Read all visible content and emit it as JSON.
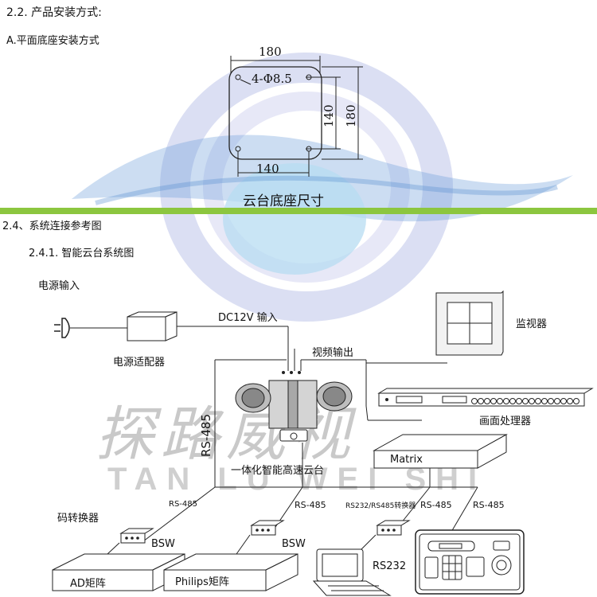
{
  "section_2_2": {
    "title": "2.2. 产品安装方式:",
    "sub": "A.平面底座安装方式"
  },
  "base_drawing": {
    "top_dim": "180",
    "hole_label": "4-Φ8.5",
    "right_dim_inner": "140",
    "right_dim_outer": "180",
    "bottom_dim": "140",
    "caption": "云台底座尺寸"
  },
  "section_2_4": {
    "title": "2.4、系统连接参考图",
    "sub": "2.4.1. 智能云台系统图"
  },
  "diagram": {
    "power_input": "电源输入",
    "power_adapter": "电源适配器",
    "dc_input": "DC12V 输入",
    "video_output": "视频输出",
    "monitor": "监视器",
    "screen_processor": "画面处理器",
    "matrix": "Matrix",
    "rs485_vertical": "RS-485",
    "ptz": "一体化智能高速云台",
    "code_converter": "码转换器",
    "rs485_a": "RS-485",
    "rs485_b": "RS-485",
    "rs232_rs485_converter": "RS232/RS485转换器",
    "rs485_c": "RS-485",
    "rs485_d": "RS-485",
    "bsw_1": "BSW",
    "bsw_2": "BSW",
    "rs232": "RS232",
    "ad_matrix": "AD矩阵",
    "philips_matrix": "Philips矩阵"
  },
  "watermark": {
    "chinese": "探路威视",
    "latin": "TAN LU WEI SHI"
  },
  "colors": {
    "accent_green": "#8cc63f",
    "logo_blue": "#5a8fd0",
    "logo_lightblue": "#a9d2ef"
  }
}
